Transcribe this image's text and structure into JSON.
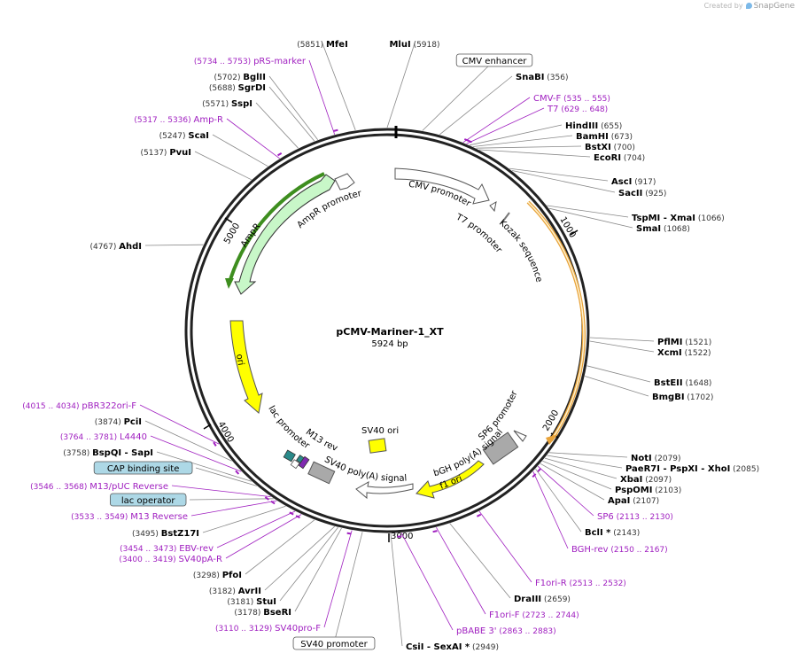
{
  "credit": {
    "prefix": "Created by",
    "brand": "SnapGene"
  },
  "plasmid": {
    "name": "pCMV-Mariner-1_XT",
    "size": "5924 bp"
  },
  "colors": {
    "enzyme": "#000000",
    "primer": "#a020c0",
    "number": "#333333",
    "ring": "#222222",
    "ampr": "#c8f7c8",
    "ori": "#ffff00",
    "cmv": "#ffffff",
    "f1ori": "#ffff00",
    "sv40ori": "#ffff00",
    "polyA": "#a9a9a9",
    "teal": "#2a8a8a",
    "feature_box": "#add8e6"
  },
  "ticks": [
    {
      "label": "1000",
      "id": "t1000"
    },
    {
      "label": "2000",
      "id": "t2000"
    },
    {
      "label": "3000",
      "id": "t3000"
    },
    {
      "label": "4000",
      "id": "t4000"
    },
    {
      "label": "5000",
      "id": "t5000"
    }
  ],
  "features": [
    {
      "name": "CMV promoter"
    },
    {
      "name": "T7 promoter"
    },
    {
      "name": "Kozak sequence"
    },
    {
      "name": "AmpR promoter"
    },
    {
      "name": "AmpR"
    },
    {
      "name": "ori"
    },
    {
      "name": "lac promoter"
    },
    {
      "name": "M13 rev"
    },
    {
      "name": "SV40 poly(A) signal"
    },
    {
      "name": "SV40 ori"
    },
    {
      "name": "SP6 promoter"
    },
    {
      "name": "bGH poly(A) signal"
    },
    {
      "name": "f1 ori"
    }
  ],
  "labels": [
    {
      "kind": "enzyme",
      "pre": "(5851)",
      "name": "MfeI",
      "post": ""
    },
    {
      "kind": "enzyme",
      "pre": "",
      "name": "MluI",
      "post": "(5918)"
    },
    {
      "kind": "box",
      "text": "CMV enhancer"
    },
    {
      "kind": "enzyme",
      "pre": "",
      "name": "SnaBI",
      "post": "(356)"
    },
    {
      "kind": "primer",
      "pre": "(5734 .. 5753)",
      "name": "pRS-marker",
      "post": ""
    },
    {
      "kind": "enzyme",
      "pre": "(5702)",
      "name": "BglII",
      "post": ""
    },
    {
      "kind": "enzyme",
      "pre": "(5688)",
      "name": "SgrDI",
      "post": ""
    },
    {
      "kind": "enzyme",
      "pre": "(5571)",
      "name": "SspI",
      "post": ""
    },
    {
      "kind": "primer",
      "pre": "(5317 .. 5336)",
      "name": "Amp-R",
      "post": ""
    },
    {
      "kind": "enzyme",
      "pre": "(5247)",
      "name": "ScaI",
      "post": ""
    },
    {
      "kind": "enzyme",
      "pre": "(5137)",
      "name": "PvuI",
      "post": ""
    },
    {
      "kind": "enzyme",
      "pre": "(4767)",
      "name": "AhdI",
      "post": ""
    },
    {
      "kind": "primer",
      "pre": "",
      "name": "CMV-F",
      "post": "(535 .. 555)"
    },
    {
      "kind": "primer",
      "pre": "",
      "name": "T7",
      "post": "(629 .. 648)"
    },
    {
      "kind": "enzyme",
      "pre": "",
      "name": "HindIII",
      "post": "(655)"
    },
    {
      "kind": "enzyme",
      "pre": "",
      "name": "BamHI",
      "post": "(673)"
    },
    {
      "kind": "enzyme",
      "pre": "",
      "name": "BstXI",
      "post": "(700)"
    },
    {
      "kind": "enzyme",
      "pre": "",
      "name": "EcoRI",
      "post": "(704)"
    },
    {
      "kind": "enzyme",
      "pre": "",
      "name": "AscI",
      "post": "(917)"
    },
    {
      "kind": "enzyme",
      "pre": "",
      "name": "SacII",
      "post": "(925)"
    },
    {
      "kind": "enzyme",
      "pre": "",
      "name": "TspMI  -  XmaI",
      "post": "(1066)"
    },
    {
      "kind": "enzyme",
      "pre": "",
      "name": "SmaI",
      "post": "(1068)"
    },
    {
      "kind": "enzyme",
      "pre": "",
      "name": "PflMI",
      "post": "(1521)"
    },
    {
      "kind": "enzyme",
      "pre": "",
      "name": "XcmI",
      "post": "(1522)"
    },
    {
      "kind": "enzyme",
      "pre": "",
      "name": "BstEII",
      "post": "(1648)"
    },
    {
      "kind": "enzyme",
      "pre": "",
      "name": "BmgBI",
      "post": "(1702)"
    },
    {
      "kind": "enzyme",
      "pre": "",
      "name": "NotI",
      "post": "(2079)"
    },
    {
      "kind": "enzyme",
      "pre": "",
      "name": "PaeR7I  -  PspXI  -  XhoI",
      "post": "(2085)"
    },
    {
      "kind": "enzyme",
      "pre": "",
      "name": "XbaI",
      "post": "(2097)"
    },
    {
      "kind": "enzyme",
      "pre": "",
      "name": "PspOMI",
      "post": "(2103)"
    },
    {
      "kind": "enzyme",
      "pre": "",
      "name": "ApaI",
      "post": "(2107)"
    },
    {
      "kind": "primer",
      "pre": "",
      "name": "SP6",
      "post": "(2113 .. 2130)"
    },
    {
      "kind": "enzyme",
      "pre": "",
      "name": "BclI *",
      "post": "(2143)"
    },
    {
      "kind": "primer",
      "pre": "",
      "name": "BGH-rev",
      "post": "(2150 .. 2167)"
    },
    {
      "kind": "primer",
      "pre": "",
      "name": "F1ori-R",
      "post": "(2513 .. 2532)"
    },
    {
      "kind": "enzyme",
      "pre": "",
      "name": "DraIII",
      "post": "(2659)"
    },
    {
      "kind": "primer",
      "pre": "",
      "name": "F1ori-F",
      "post": "(2723 .. 2744)"
    },
    {
      "kind": "primer",
      "pre": "",
      "name": "pBABE 3'",
      "post": "(2863 .. 2883)"
    },
    {
      "kind": "enzyme",
      "pre": "",
      "name": "CsiI  -  SexAI *",
      "post": "(2949)"
    },
    {
      "kind": "box",
      "text": "SV40 promoter"
    },
    {
      "kind": "primer",
      "pre": "(3110 .. 3129)",
      "name": "SV40pro-F",
      "post": ""
    },
    {
      "kind": "enzyme",
      "pre": "(3178)",
      "name": "BseRI",
      "post": ""
    },
    {
      "kind": "enzyme",
      "pre": "(3181)",
      "name": "StuI",
      "post": ""
    },
    {
      "kind": "enzyme",
      "pre": "(3182)",
      "name": "AvrII",
      "post": ""
    },
    {
      "kind": "enzyme",
      "pre": "(3298)",
      "name": "PfoI",
      "post": ""
    },
    {
      "kind": "primer",
      "pre": "(3400 .. 3419)",
      "name": "SV40pA-R",
      "post": ""
    },
    {
      "kind": "primer",
      "pre": "(3454 .. 3473)",
      "name": "EBV-rev",
      "post": ""
    },
    {
      "kind": "enzyme",
      "pre": "(3495)",
      "name": "BstZ17I",
      "post": ""
    },
    {
      "kind": "primer",
      "pre": "(3533 .. 3549)",
      "name": "M13 Reverse",
      "post": ""
    },
    {
      "kind": "box",
      "text": "lac operator"
    },
    {
      "kind": "primer",
      "pre": "(3546 .. 3568)",
      "name": "M13/pUC Reverse",
      "post": ""
    },
    {
      "kind": "box",
      "text": "CAP binding site"
    },
    {
      "kind": "enzyme",
      "pre": "(3758)",
      "name": "BspQI  -  SapI",
      "post": ""
    },
    {
      "kind": "primer",
      "pre": "(3764 .. 3781)",
      "name": "L4440",
      "post": ""
    },
    {
      "kind": "enzyme",
      "pre": "(3874)",
      "name": "PciI",
      "post": ""
    },
    {
      "kind": "primer",
      "pre": "(4015 .. 4034)",
      "name": "pBR322ori-F",
      "post": ""
    }
  ]
}
